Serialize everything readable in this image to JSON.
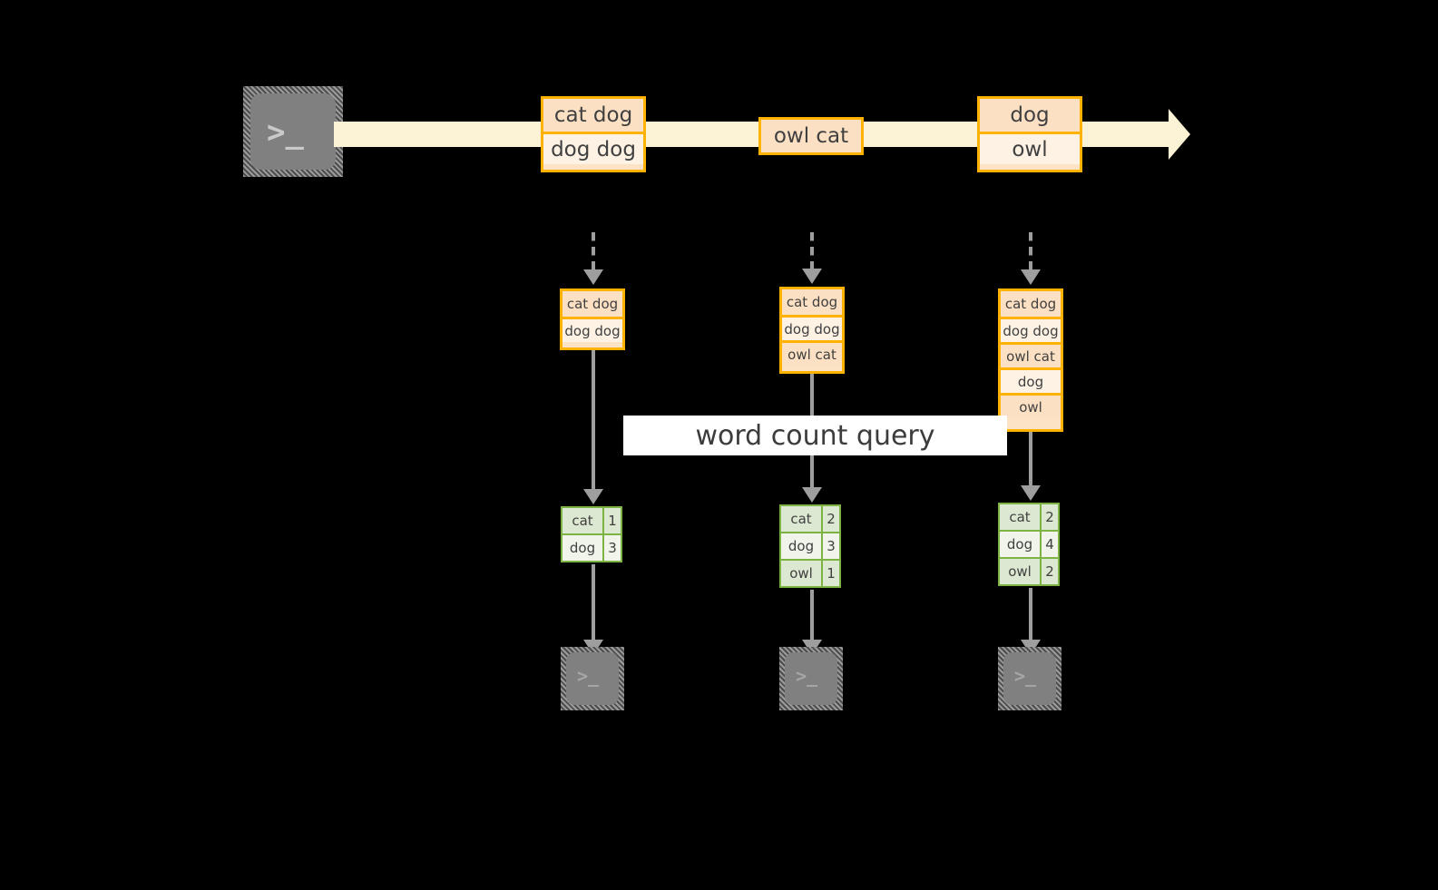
{
  "diagram": {
    "title": "word count query streaming diagram",
    "colors": {
      "background": "#000000",
      "box_border": "#ffb300",
      "box_fill_dark": "#fce0c3",
      "box_fill_light": "#fdf2e4",
      "band": "#fcf2d6",
      "table_border": "#7cb342",
      "table_fill_dark": "#dce8d1",
      "table_fill_light": "#f0f4eb",
      "arrow": "#9e9e9e",
      "terminal": "#808080",
      "banner_bg": "#ffffff",
      "text": "#404040"
    }
  },
  "source_terminal": {
    "name": "source-terminal",
    "glyph": ">_"
  },
  "timeline": {
    "name": "input-stream-timeline",
    "batches": [
      {
        "label": "batch-1",
        "rows": [
          {
            "text": "cat dog",
            "shade": "dark"
          },
          {
            "text": "dog dog",
            "shade": "light"
          }
        ]
      },
      {
        "label": "batch-2",
        "rows": [
          {
            "text": "owl cat",
            "shade": "dark"
          }
        ]
      },
      {
        "label": "batch-3",
        "rows": [
          {
            "text": "dog",
            "shade": "dark"
          },
          {
            "text": "owl",
            "shade": "light"
          }
        ]
      }
    ]
  },
  "query": {
    "banner_label": "word count query"
  },
  "snapshots": [
    {
      "name": "snapshot-1",
      "input_rows": [
        {
          "text": "cat dog",
          "shade": "dark"
        },
        {
          "text": "dog dog",
          "shade": "light"
        }
      ],
      "result_rows": [
        {
          "word": "cat",
          "count": "1",
          "shade": "dark"
        },
        {
          "word": "dog",
          "count": "3",
          "shade": "light"
        }
      ],
      "sink_glyph": ">_"
    },
    {
      "name": "snapshot-2",
      "input_rows": [
        {
          "text": "cat dog",
          "shade": "dark"
        },
        {
          "text": "dog dog",
          "shade": "light"
        },
        {
          "text": "owl cat",
          "shade": "dark"
        }
      ],
      "result_rows": [
        {
          "word": "cat",
          "count": "2",
          "shade": "dark"
        },
        {
          "word": "dog",
          "count": "3",
          "shade": "light"
        },
        {
          "word": "owl",
          "count": "1",
          "shade": "dark"
        }
      ],
      "sink_glyph": ">_"
    },
    {
      "name": "snapshot-3",
      "input_rows": [
        {
          "text": "cat dog",
          "shade": "dark"
        },
        {
          "text": "dog dog",
          "shade": "light"
        },
        {
          "text": "owl cat",
          "shade": "dark"
        },
        {
          "text": "dog",
          "shade": "light"
        },
        {
          "text": "owl",
          "shade": "dark"
        }
      ],
      "result_rows": [
        {
          "word": "cat",
          "count": "2",
          "shade": "dark"
        },
        {
          "word": "dog",
          "count": "4",
          "shade": "light"
        },
        {
          "word": "owl",
          "count": "2",
          "shade": "dark"
        }
      ],
      "sink_glyph": ">_"
    }
  ]
}
